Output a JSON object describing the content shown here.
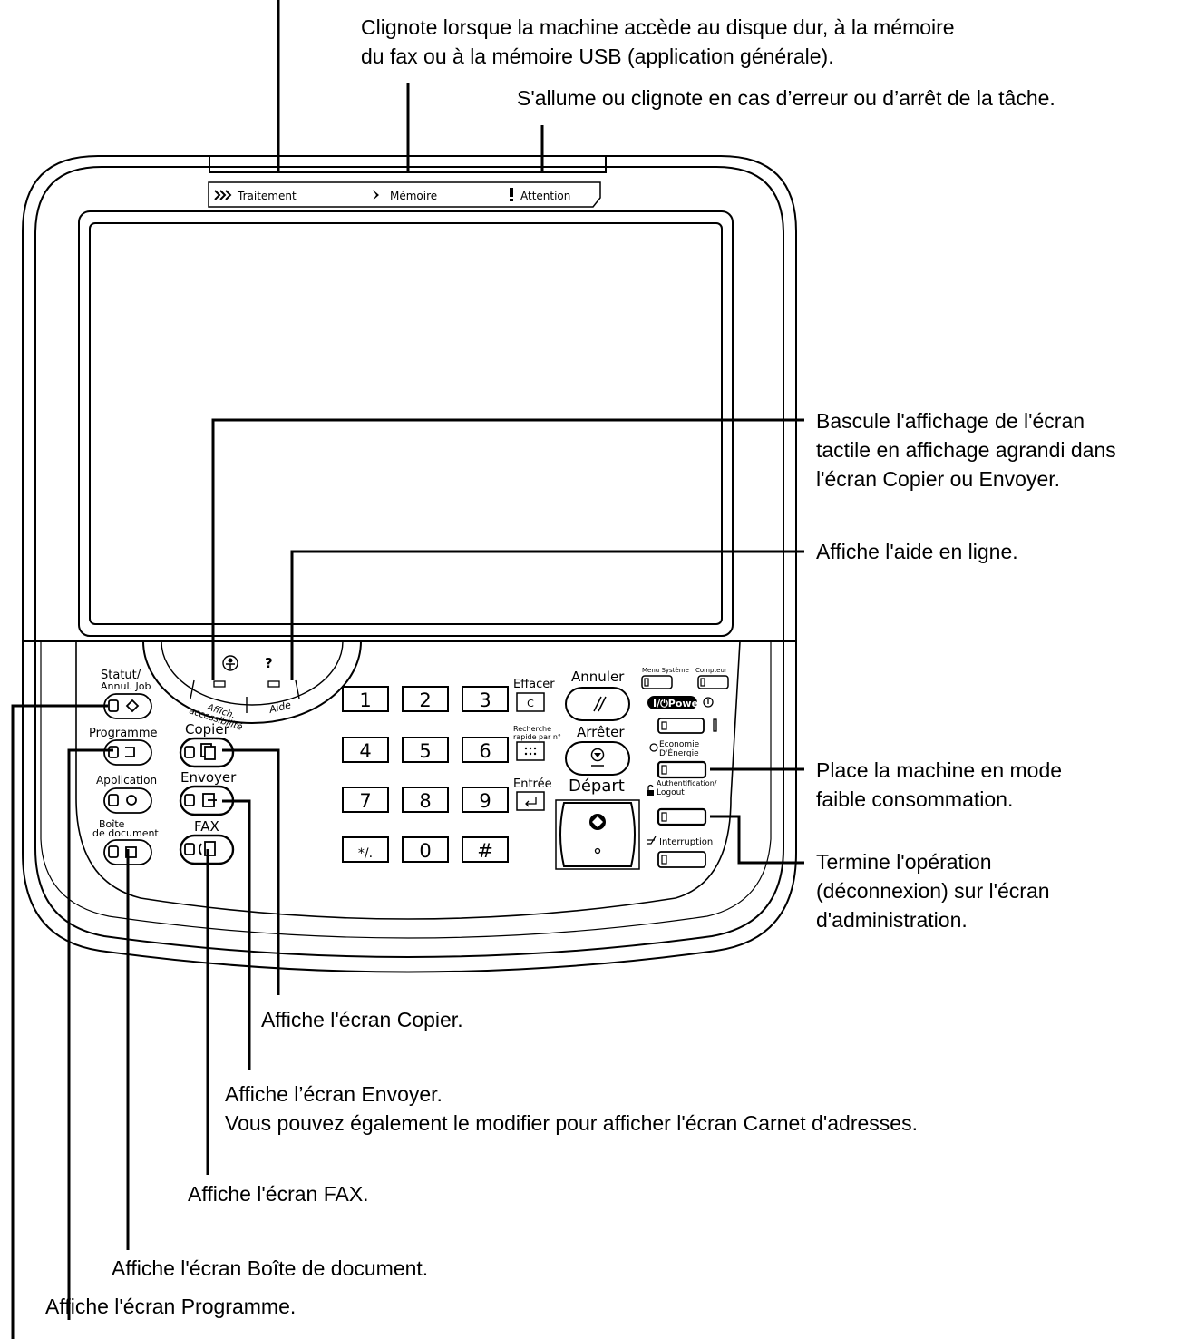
{
  "captions": {
    "memory": [
      "Clignote lorsque la machine accède au disque dur, à la mémoire",
      "du fax ou à la mémoire USB (application générale)."
    ],
    "attention": "S'allume ou clignote en cas d’erreur ou d’arrêt de la tâche.",
    "accessibility": [
      "Bascule l'affichage de l'écran",
      "tactile en affichage agrandi dans",
      "l'écran Copier ou Envoyer."
    ],
    "help": "Affiche l'aide en ligne.",
    "energy": [
      "Place la machine en mode",
      "faible consommation."
    ],
    "logout": [
      "Termine l'opération",
      "(déconnexion) sur l'écran",
      "d'administration."
    ],
    "copy": "Affiche l'écran Copier.",
    "send": [
      "Affiche l’écran Envoyer.",
      "Vous pouvez également le modifier pour afficher l'écran Carnet d'adresses."
    ],
    "fax": "Affiche l'écran FAX.",
    "box": "Affiche l'écran Boîte de document.",
    "program": "Affiche l'écran Programme."
  },
  "indicators": {
    "processing": "Traitement",
    "memory": "Mémoire",
    "attention": "Attention"
  },
  "panel": {
    "accessibility": [
      "Affich.",
      "accessibilité"
    ],
    "help_symbol": "?",
    "help": "Aide",
    "status": [
      "Statut/",
      "Annul. Job"
    ],
    "program": "Programme",
    "application": "Application",
    "document_box": [
      "Boîte",
      "de document"
    ],
    "copy": "Copier",
    "send": "Envoyer",
    "fax": "FAX",
    "keys": [
      "1",
      "2",
      "3",
      "4",
      "5",
      "6",
      "7",
      "8",
      "9",
      "*/.",
      "0",
      "#"
    ],
    "clear": "Effacer",
    "clear_key": "C",
    "quick_search": [
      "Recherche",
      "rapide par n°"
    ],
    "enter": "Entrée",
    "reset": "Annuler",
    "stop": "Arrêter",
    "start": "Départ",
    "system_menu": "Menu Système",
    "counter": "Compteur",
    "power": "I/⏻Power",
    "energy_saver": [
      "Economie",
      "D'Énergie"
    ],
    "authentication": [
      "Authentification/",
      "Logout"
    ],
    "interrupt": "Interruption"
  }
}
